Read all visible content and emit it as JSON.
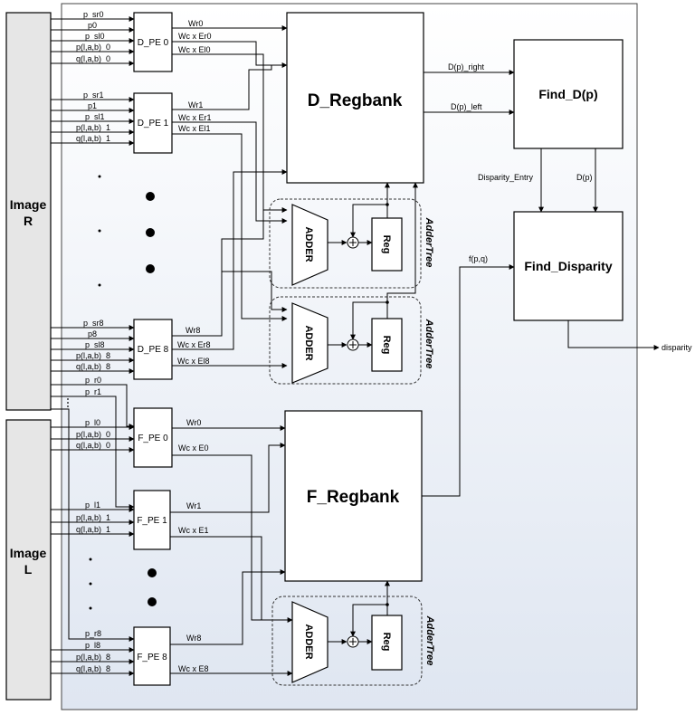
{
  "image_blocks": {
    "right": [
      "Image",
      "R"
    ],
    "left": [
      "Image",
      "L"
    ]
  },
  "d_pe": [
    {
      "name": "D_PE 0",
      "inputs": [
        "p_sr0",
        "p0",
        "p_sl0",
        "p(l,a,b)_0",
        "q(l,a,b)_0"
      ],
      "outputs": [
        "Wr0",
        "Wc x Er0",
        "Wc x El0"
      ]
    },
    {
      "name": "D_PE 1",
      "inputs": [
        "p_sr1",
        "p1",
        "p_sl1",
        "p(l,a,b)_1",
        "q(l,a,b)_1"
      ],
      "outputs": [
        "Wr1",
        "Wc x Er1",
        "Wc x El1"
      ]
    },
    {
      "name": "D_PE 8",
      "inputs": [
        "p_sr8",
        "p8",
        "p_sl8",
        "p(l,a,b)_8",
        "q(l,a,b)_8"
      ],
      "outputs": [
        "Wr8",
        "Wc x Er8",
        "Wc x El8"
      ]
    }
  ],
  "f_pe": [
    {
      "name": "F_PE 0",
      "inputs": [
        "p_l0",
        "p(l,a,b)_0",
        "q(l,a,b)_0"
      ],
      "outputs": [
        "Wr0",
        "Wc x E0"
      ]
    },
    {
      "name": "F_PE 1",
      "inputs": [
        "p_l1",
        "p(l,a,b)_1",
        "q(l,a,b)_1"
      ],
      "outputs": [
        "Wr1",
        "Wc x E1"
      ]
    },
    {
      "name": "F_PE 8",
      "inputs": [
        "p_r8",
        "p_l8",
        "p(l,a,b)_8",
        "q(l,a,b)_8"
      ],
      "outputs": [
        "Wr8",
        "Wc x E8"
      ]
    }
  ],
  "p_r_labels": [
    "p_r0",
    "p_r1"
  ],
  "d_regbank": "D_Regbank",
  "f_regbank": "F_Regbank",
  "find_dp": "Find_D(p)",
  "find_disparity": "Find_Disparity",
  "adder": "ADDER",
  "reg": "Reg",
  "adder_tree": "AdderTree",
  "signals": {
    "dp_right": "D(p)_right",
    "dp_left": "D(p)_left",
    "disparity_entry": "Disparity_Entry",
    "dp": "D(p)",
    "fpq": "f(p,q)",
    "disparity": "disparity"
  }
}
